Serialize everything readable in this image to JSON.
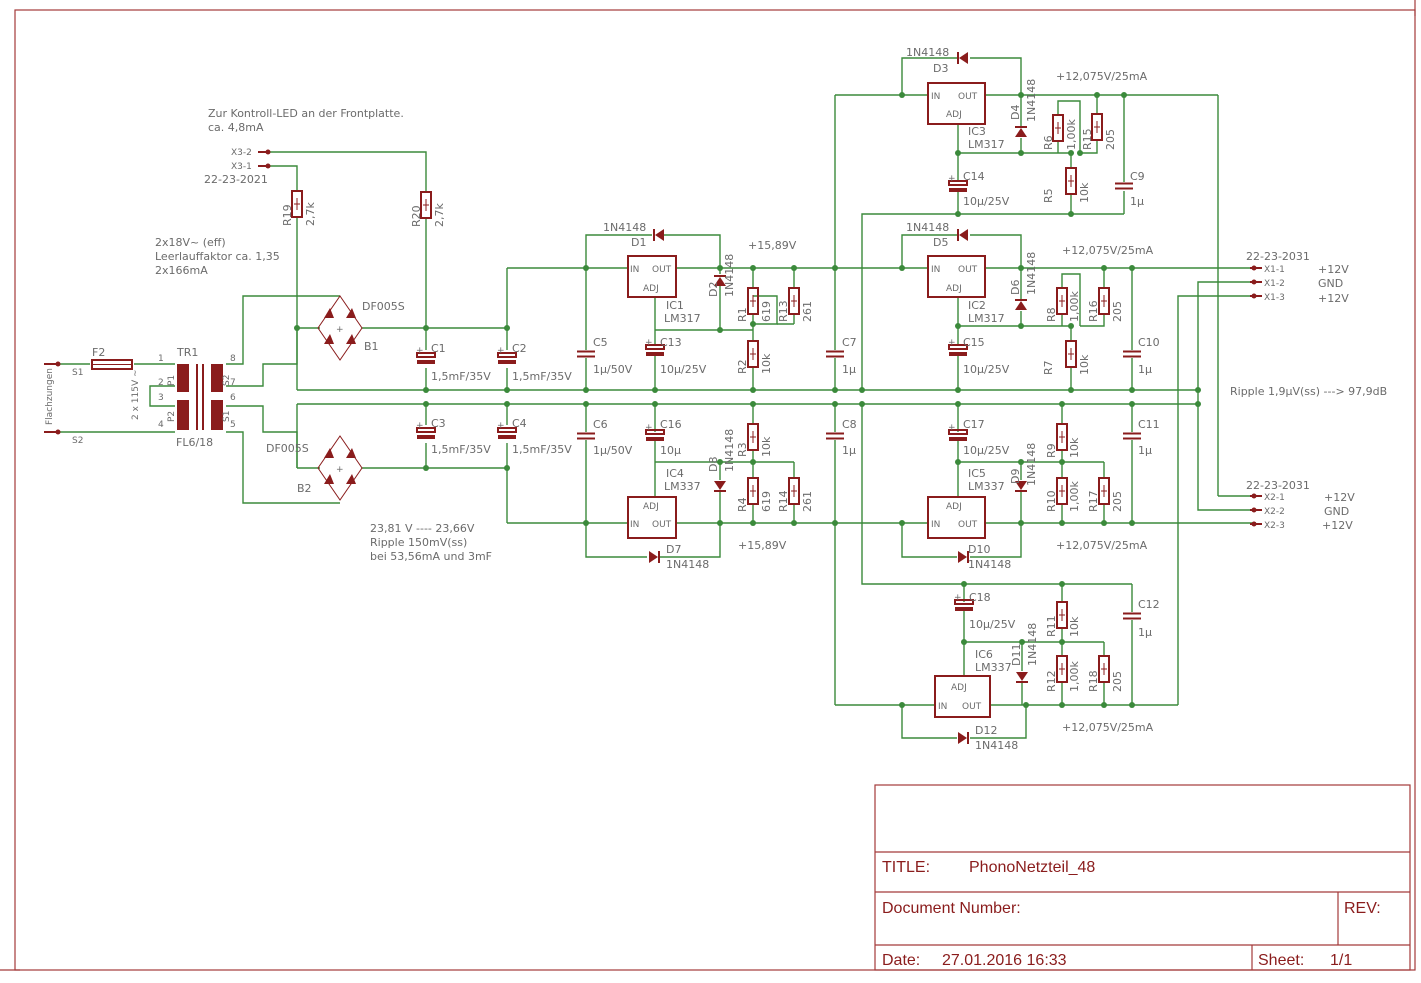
{
  "title_block": {
    "title_label": "TITLE:",
    "title": "PhonoNetzteil_48",
    "doc_label": "Document Number:",
    "rev_label": "REV:",
    "date_label": "Date:",
    "date": "27.01.2016 16:33",
    "sheet_label": "Sheet:",
    "sheet": "1/1"
  },
  "notes": {
    "kontroll_led": "Zur Kontroll-LED an der Frontplatte.",
    "led_current": "ca. 4,8mA",
    "x3_part": "22-23-2021",
    "trafo_1": "2x18V~ (eff)",
    "trafo_2": "Leerlauffaktor ca. 1,35",
    "trafo_3": "2x166mA",
    "rect_1": "23,81 V  ---- 23,66V",
    "rect_2": "Ripple 150mV(ss)",
    "rect_3": "bei 53,56mA und 3mF",
    "ripple_out": "Ripple 1,9µV(ss) ---> 97,9dB",
    "v_1589_top": "+15,89V",
    "v_1589_bot": "+15,89V",
    "v_12075_ic3": "+12,075V/25mA",
    "v_12075_ic2": "+12,075V/25mA",
    "v_12075_ic5": "+12,075V/25mA",
    "v_12075_ic6": "+12,075V/25mA",
    "x1_part": "22-23-2031",
    "x2_part": "22-23-2031"
  },
  "connectors": {
    "x3": [
      "X3-2",
      "X3-1"
    ],
    "x1": [
      "X1-1",
      "X1-2",
      "X1-3"
    ],
    "x1_labels": [
      "+12V",
      "GND",
      "+12V"
    ],
    "x2": [
      "X2-1",
      "X2-2",
      "X2-3"
    ],
    "x2_labels": [
      "+12V",
      "GND",
      "+12V"
    ],
    "mains": [
      "S1",
      "S2"
    ],
    "mains_note": "Flachzungen"
  },
  "components": {
    "F2": "F2",
    "TR1": "TR1",
    "TR1_type": "FL6/18",
    "TR1_pins": [
      "1",
      "2",
      "3",
      "4",
      "8",
      "7",
      "6",
      "5"
    ],
    "TR1_windings": [
      "P1",
      "P2",
      "S2",
      "S1"
    ],
    "TR1_primary": "2 x 115V ~",
    "B1": "B1",
    "B2": "B2",
    "bridge_type": "DF005S",
    "R19": "R19",
    "R19_val": "2,7k",
    "R20": "R20",
    "R20_val": "2,7k",
    "C1": "C1",
    "C2": "C2",
    "C3": "C3",
    "C4": "C4",
    "C_big_val": "1,5mF/35V",
    "C5": "C5",
    "C6": "C6",
    "C5_val": "1µ/50V",
    "C6_val": "1µ/50V",
    "C13": "C13",
    "C13_val": "10µ/25V",
    "C16": "C16",
    "C16_val": "10µ",
    "C7": "C7",
    "C8": "C8",
    "C1u": "1µ",
    "C14": "C14",
    "C15": "C15",
    "C17": "C17",
    "C18": "C18",
    "C10u25": "10µ/25V",
    "C9": "C9",
    "C10": "C10",
    "C11": "C11",
    "C12": "C12",
    "IC1": "IC1",
    "IC1_type": "LM317",
    "IC4": "IC4",
    "IC4_type": "LM337",
    "IC2": "IC2",
    "IC2_type": "LM317",
    "IC3": "IC3",
    "IC3_type": "LM317",
    "IC5": "IC5",
    "IC5_type": "LM337",
    "IC6": "IC6",
    "IC6_type": "LM337",
    "pin_in": "IN",
    "pin_out": "OUT",
    "pin_adj": "ADJ",
    "diode_type": "1N4148",
    "D1": "D1",
    "D2": "D2",
    "D3": "D3",
    "D4": "D4",
    "D5": "D5",
    "D6": "D6",
    "D7": "D7",
    "D8": "D8",
    "D9": "D9",
    "D10": "D10",
    "D11": "D11",
    "D12": "D12",
    "R1": "R1",
    "R1_val": "619",
    "R2": "R2",
    "R2_val": "10k",
    "R3": "R3",
    "R3_val": "10k",
    "R4": "R4",
    "R4_val": "619",
    "R13": "R13",
    "R14": "R14",
    "R1314_val": "261",
    "R5": "R5",
    "R6": "R6",
    "R7": "R7",
    "R8": "R8",
    "R9": "R9",
    "R10": "R10",
    "R11": "R11",
    "R12": "R12",
    "R10k": "10k",
    "R1k": "1,00k",
    "R15": "R15",
    "R16": "R16",
    "R17": "R17",
    "R18": "R18",
    "R205": "205"
  }
}
